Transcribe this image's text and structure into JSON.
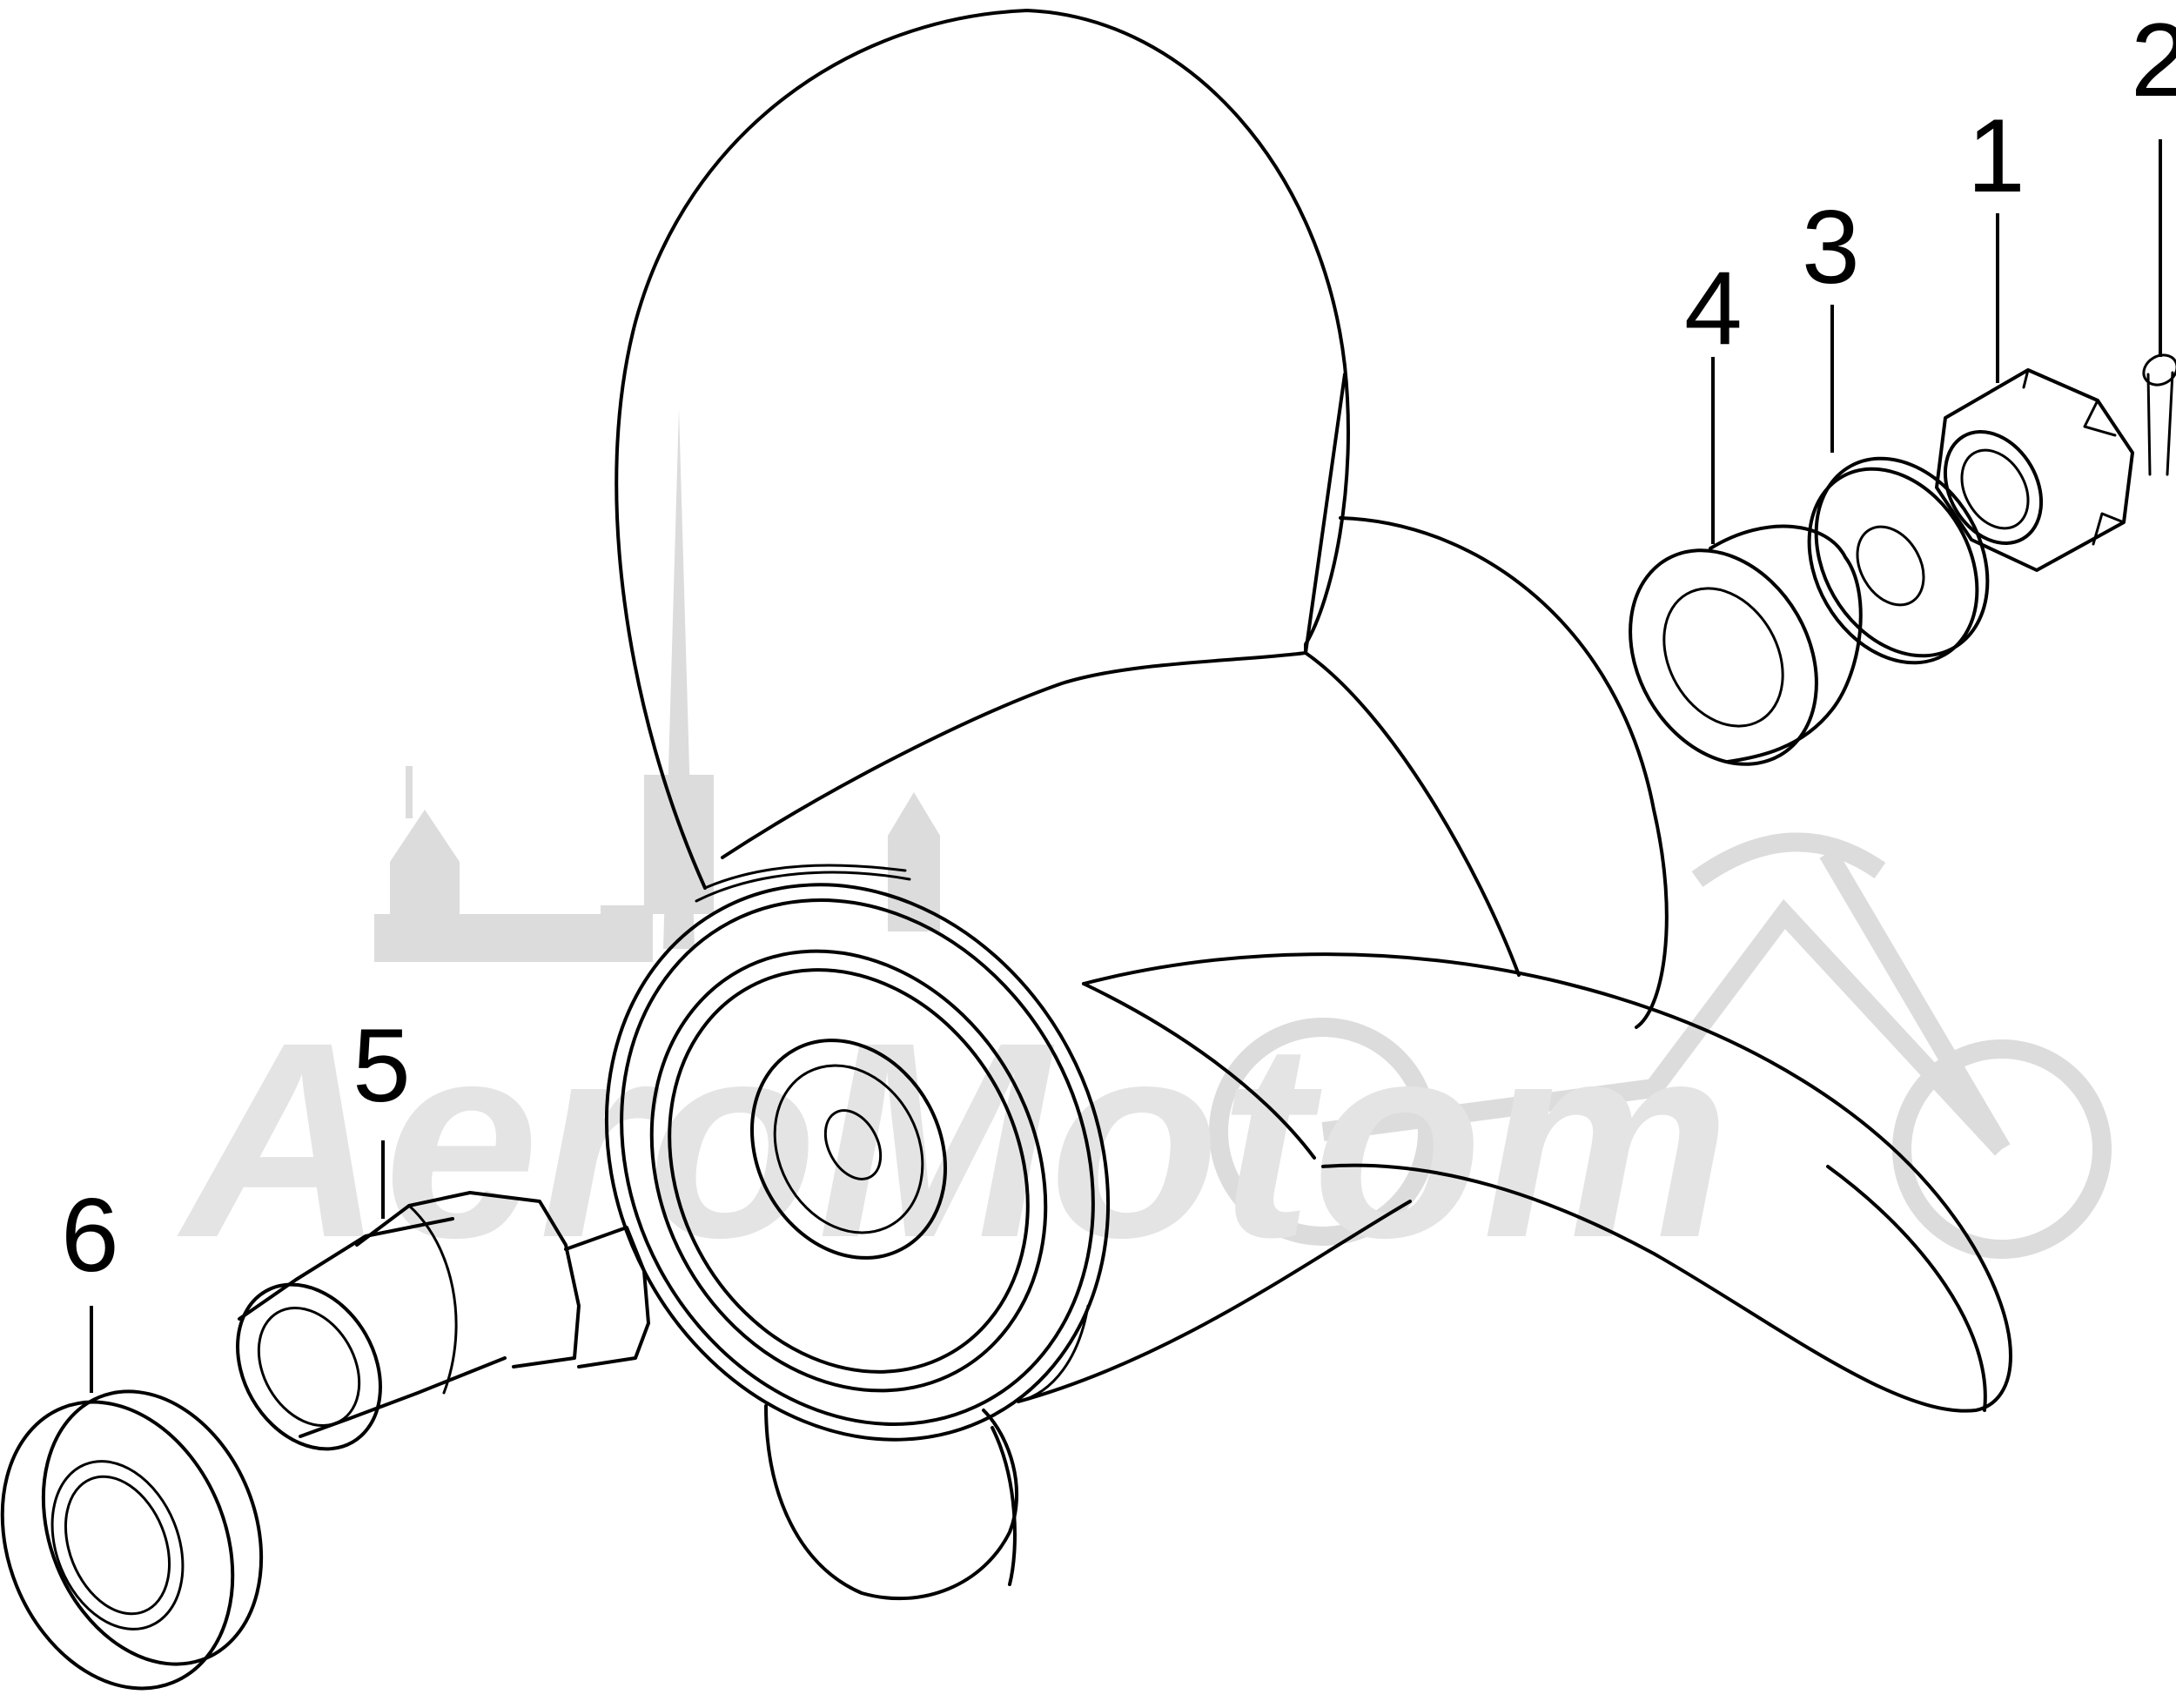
{
  "diagram": {
    "watermark": {
      "text": "AeroMotom"
    },
    "callouts": [
      {
        "id": "1",
        "label": "1"
      },
      {
        "id": "2",
        "label": "2"
      },
      {
        "id": "3",
        "label": "3"
      },
      {
        "id": "4",
        "label": "4"
      },
      {
        "id": "5",
        "label": "5"
      },
      {
        "id": "6",
        "label": "6"
      }
    ]
  }
}
